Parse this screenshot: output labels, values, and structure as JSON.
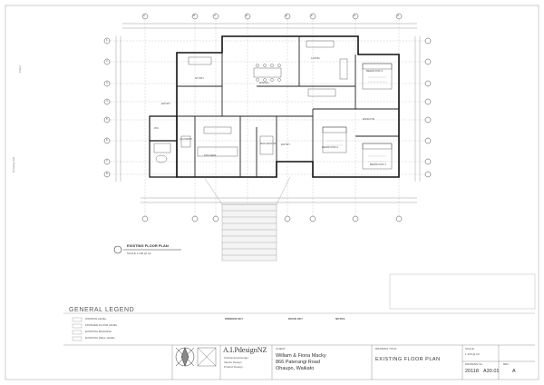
{
  "plan": {
    "title": "EXISTING FLOOR PLAN",
    "scale_note": "SCALE 1:100 @ A3",
    "rooms": [
      "LIVING",
      "DINING",
      "STUDY",
      "ENTRY",
      "BEDROOM 3",
      "ENSUITE",
      "BEDROOM 2",
      "BATHROOM",
      "KITCHEN",
      "WC",
      "LAUNDRY",
      "ENTRY",
      "BEDROOM 1"
    ],
    "grid_letters_top": [
      "A",
      "B",
      "C",
      "D",
      "E",
      "F",
      "G",
      "H"
    ],
    "grid_numbers_left": [
      "1",
      "2",
      "3",
      "4",
      "5",
      "6",
      "7",
      "8"
    ]
  },
  "legend": {
    "title": "GENERAL LEGEND",
    "col1": [
      "WINDOW LEVEL",
      "FINISHED FLOOR LEVEL",
      "EXISTING BUILDING",
      "EXISTING WALL LEVEL"
    ],
    "col2_head": "WINDOW KEY",
    "col3_head": "DOOR KEY",
    "notes_head": "NOTES"
  },
  "titleblock": {
    "company": "A.I.PdesignNZ",
    "company_lines": [
      "Architectural Design",
      "Interior Design",
      "Product Design"
    ],
    "client": "William & Fiona Macky",
    "address1": "866 Paterangi Road",
    "address2": "Ohaupo, Waikato",
    "drawing_title": "EXISTING FLOOR PLAN",
    "scale": "1:100 @ A3",
    "job_no": "20118",
    "sheet_no": "A30.01",
    "revision": "A",
    "labels": [
      "CLIENT",
      "DRAWING TITLE",
      "SCALE",
      "DRAWING No.",
      "REV"
    ]
  },
  "side_labels": [
    "Drawing Title",
    "Client"
  ]
}
